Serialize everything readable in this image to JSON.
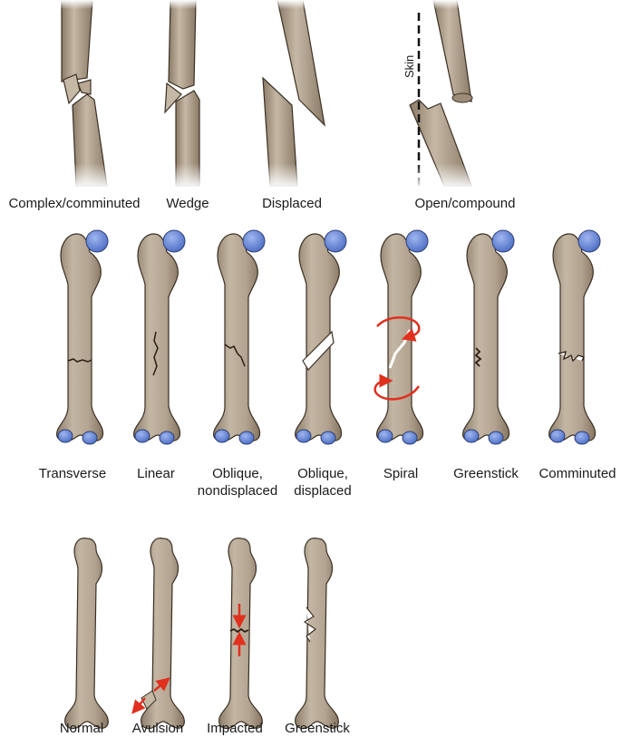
{
  "row1": {
    "labels": [
      "Complex/comminuted",
      "Wedge",
      "Displaced",
      "Open/compound"
    ],
    "skin_label": "Skin"
  },
  "row2": {
    "labels": [
      [
        "Transverse"
      ],
      [
        "Linear"
      ],
      [
        "Oblique,",
        "nondisplaced"
      ],
      [
        "Oblique,",
        "displaced"
      ],
      [
        "Spiral"
      ],
      [
        "Greenstick"
      ],
      [
        "Comminuted"
      ]
    ]
  },
  "row3": {
    "labels": [
      "Normal",
      "Avulsion",
      "Impacted",
      "Greenstick"
    ]
  },
  "colors": {
    "bone_fill": "#b6a895",
    "bone_shade": "#8e7f6c",
    "bone_outline": "#3b3024",
    "cartilage_blue": "#6f8fd6",
    "arrow_red": "#e0301e",
    "crack": "#2a1d12"
  }
}
